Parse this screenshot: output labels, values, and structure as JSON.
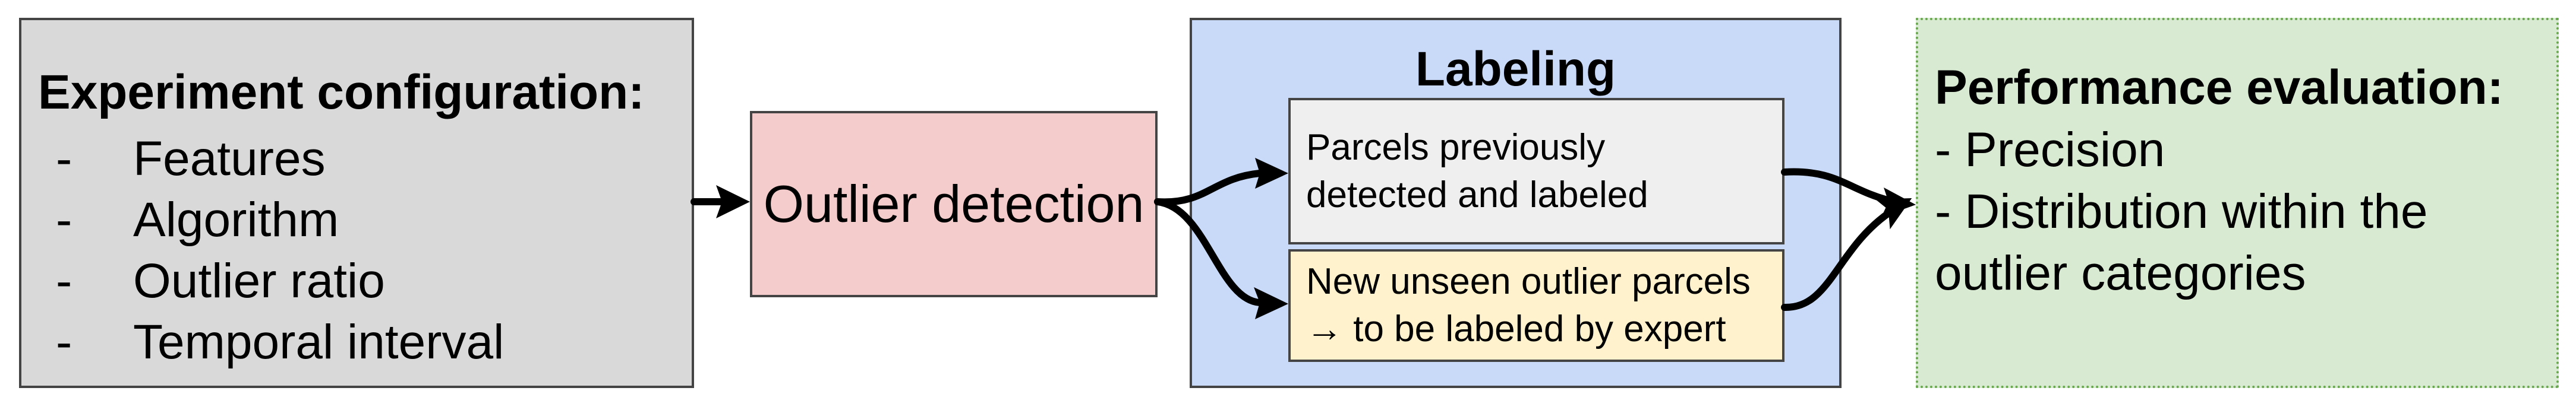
{
  "experiment": {
    "title": "Experiment configuration:",
    "items": [
      "Features",
      "Algorithm",
      "Outlier ratio",
      "Temporal interval"
    ]
  },
  "outlier_detection": {
    "label": "Outlier detection"
  },
  "labeling": {
    "title": "Labeling",
    "previous": {
      "line1": "Parcels previously",
      "line2": "detected and labeled"
    },
    "new_unseen": {
      "line1": "New unseen outlier parcels",
      "line2": "→ to be labeled by expert"
    }
  },
  "performance": {
    "title": "Performance evaluation:",
    "lines": [
      "- Precision",
      "- Distribution within the",
      "outlier categories"
    ]
  }
}
